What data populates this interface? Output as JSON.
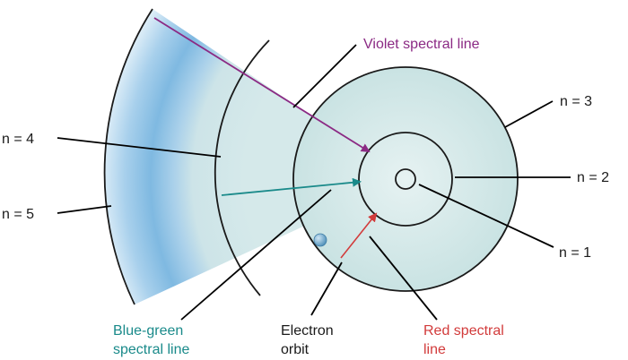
{
  "labels": {
    "n1": "n = 1",
    "n2": "n = 2",
    "n3": "n = 3",
    "n4": "n = 4",
    "n5": "n = 5",
    "violet_line": "Violet spectral line",
    "blue_green_line_1": "Blue-green",
    "blue_green_line_2": "spectral line",
    "electron_orbit_1": "Electron",
    "electron_orbit_2": "orbit",
    "red_line_1": "Red spectral",
    "red_line_2": "line"
  },
  "colors": {
    "violet": "#8b2a84",
    "blue_green": "#1a8a8a",
    "red": "#d23b3b",
    "orbit_fill": "#cfe6e6",
    "outer_band_light": "#e6f1f8",
    "outer_band_dark": "#7cb8e0",
    "electron": "#5b9fc6",
    "text": "#1a1a1a"
  }
}
